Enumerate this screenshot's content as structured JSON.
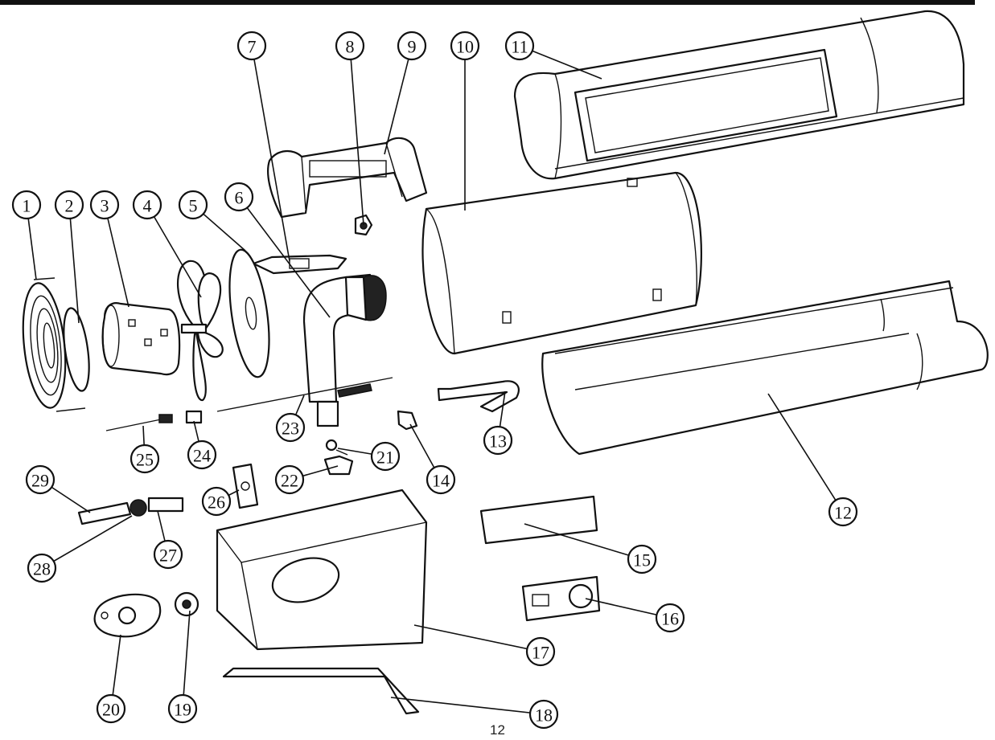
{
  "page": {
    "number": "12"
  },
  "parts": [
    {
      "label": "1"
    },
    {
      "label": "2"
    },
    {
      "label": "3"
    },
    {
      "label": "4"
    },
    {
      "label": "5"
    },
    {
      "label": "6"
    },
    {
      "label": "7"
    },
    {
      "label": "8"
    },
    {
      "label": "9"
    },
    {
      "label": "10"
    },
    {
      "label": "11"
    },
    {
      "label": "12"
    },
    {
      "label": "13"
    },
    {
      "label": "14"
    },
    {
      "label": "15"
    },
    {
      "label": "16"
    },
    {
      "label": "17"
    },
    {
      "label": "18"
    },
    {
      "label": "19"
    },
    {
      "label": "20"
    },
    {
      "label": "21"
    },
    {
      "label": "22"
    },
    {
      "label": "23"
    },
    {
      "label": "24"
    },
    {
      "label": "25"
    },
    {
      "label": "26"
    },
    {
      "label": "27"
    },
    {
      "label": "28"
    },
    {
      "label": "29"
    }
  ]
}
